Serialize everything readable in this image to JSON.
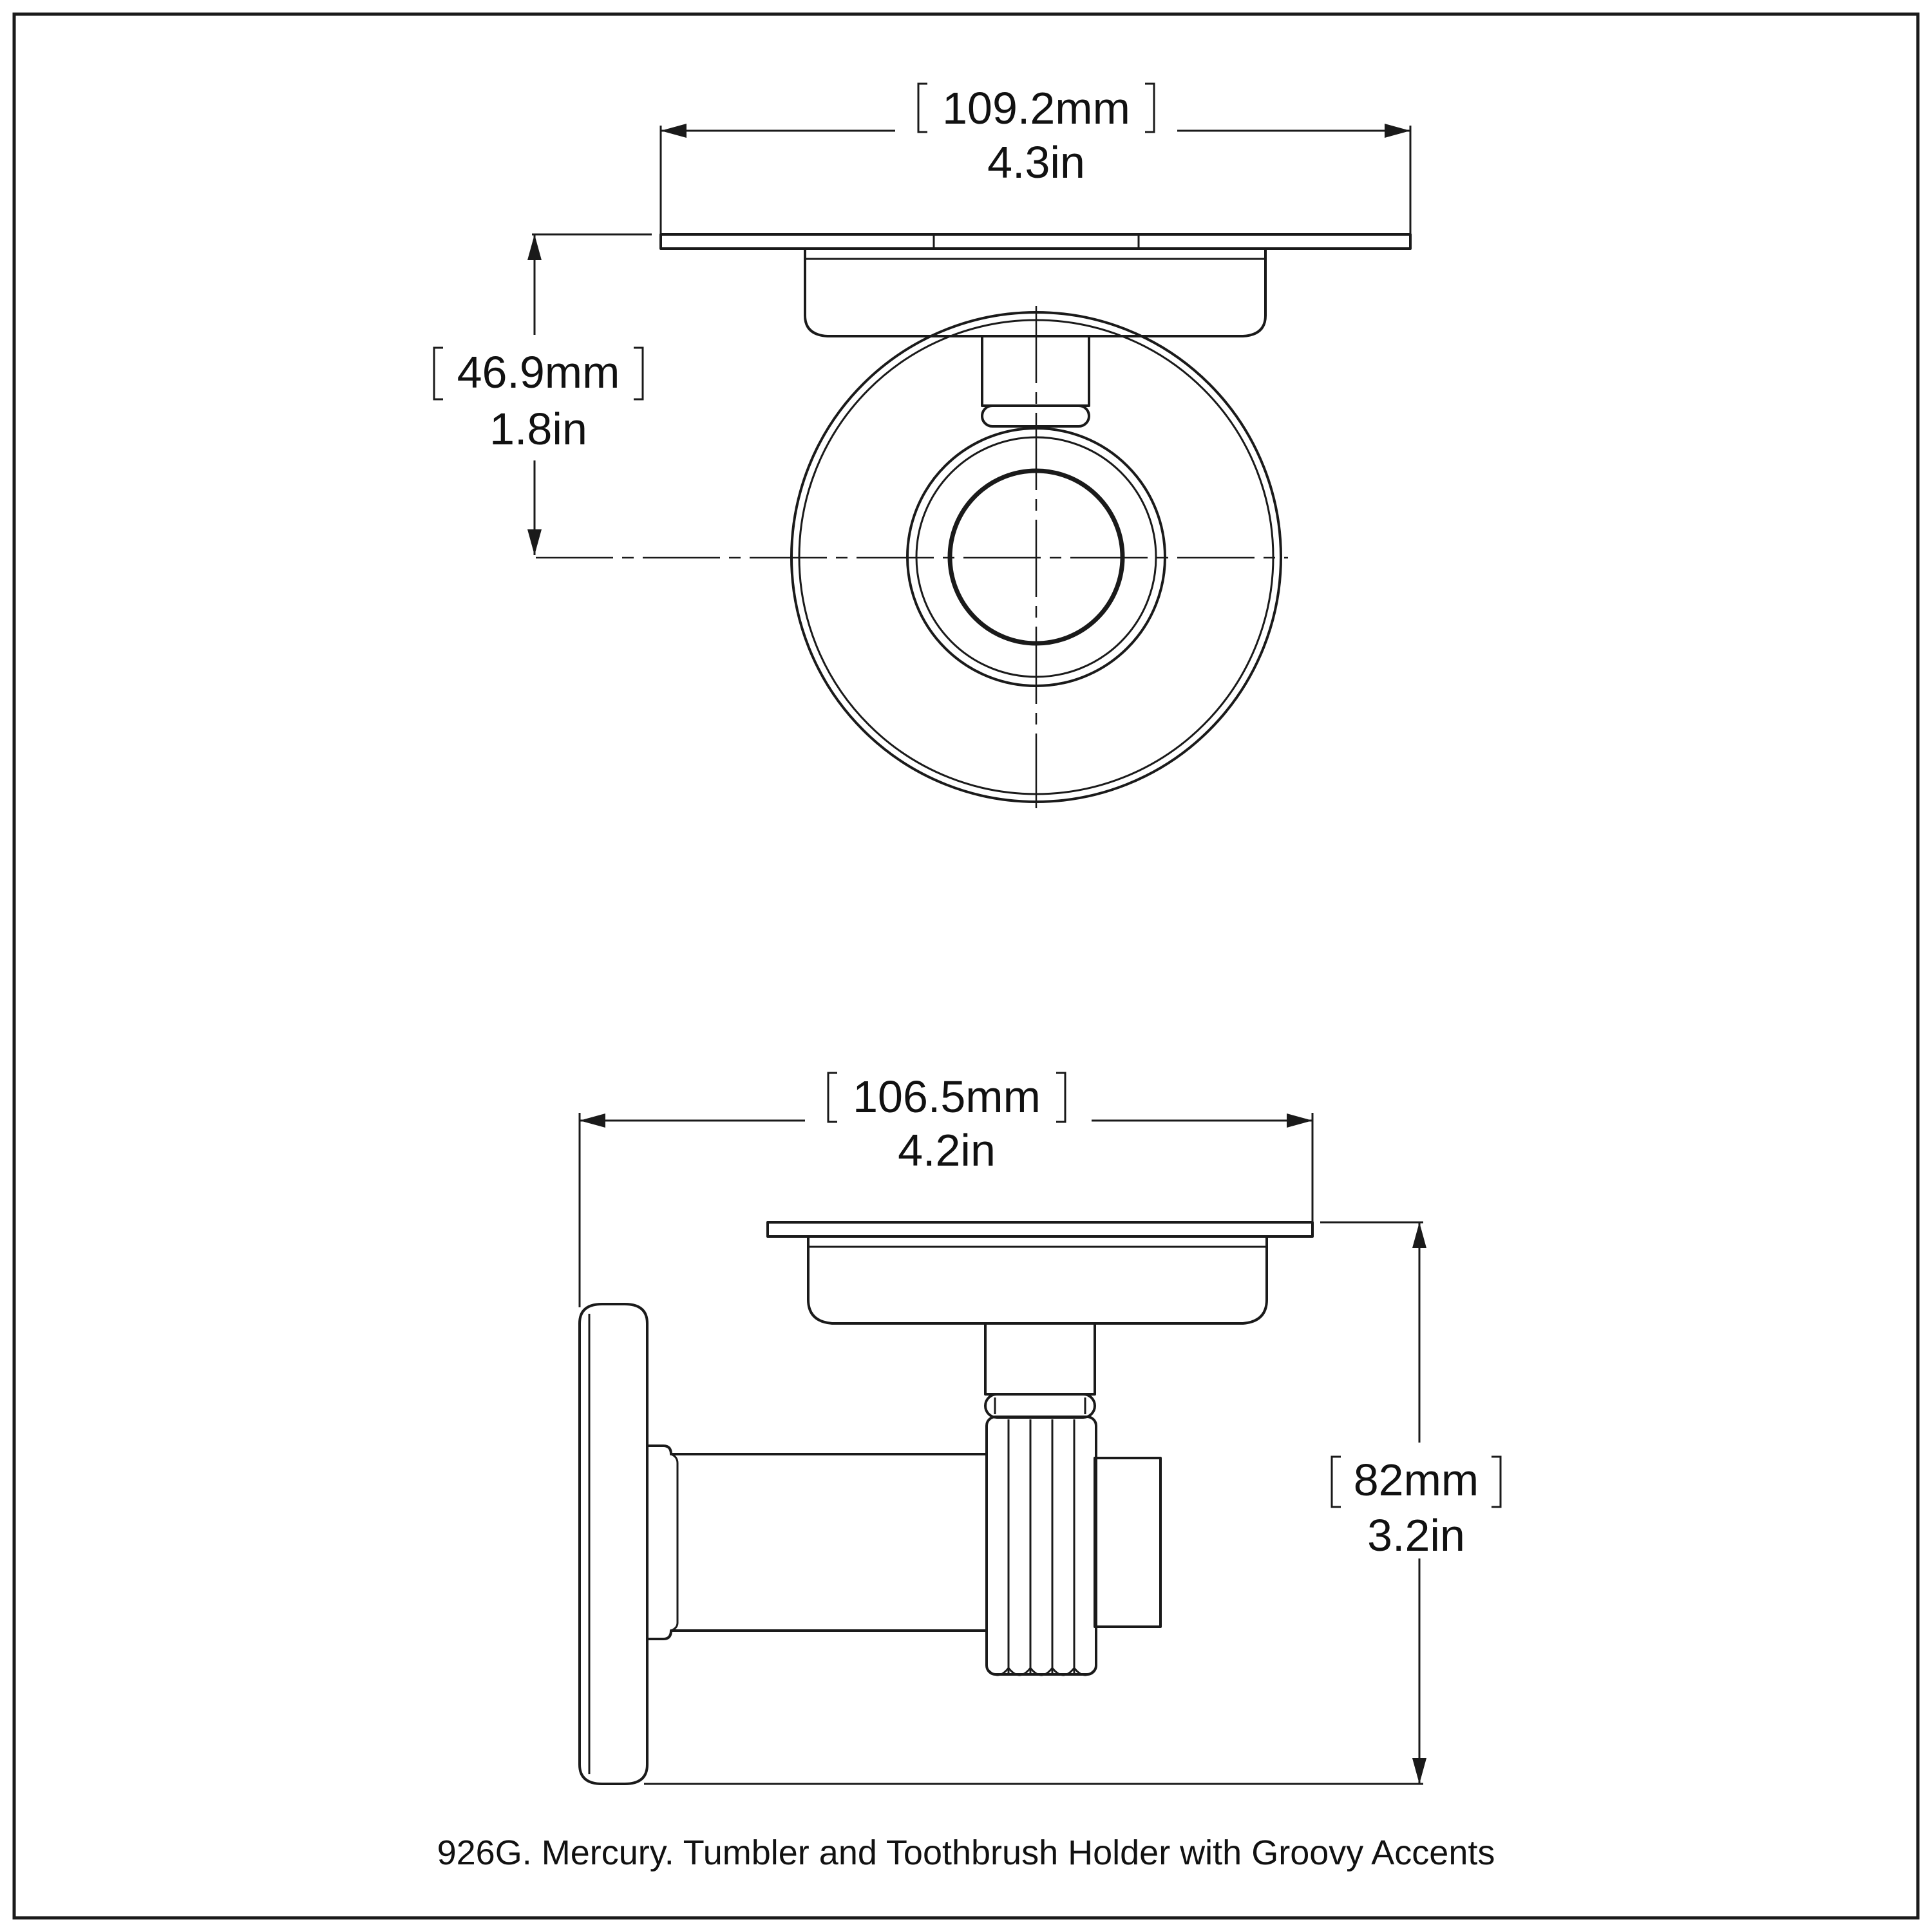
{
  "dimensions": {
    "top_width": {
      "metric": "109.2mm",
      "imperial": "4.3in"
    },
    "top_height": {
      "metric": "46.9mm",
      "imperial": "1.8in"
    },
    "side_width": {
      "metric": "106.5mm",
      "imperial": "4.2in"
    },
    "side_height": {
      "metric": "82mm",
      "imperial": "3.2in"
    }
  },
  "caption": "926G. Mercury. Tumbler and Toothbrush Holder with Groovy Accents"
}
